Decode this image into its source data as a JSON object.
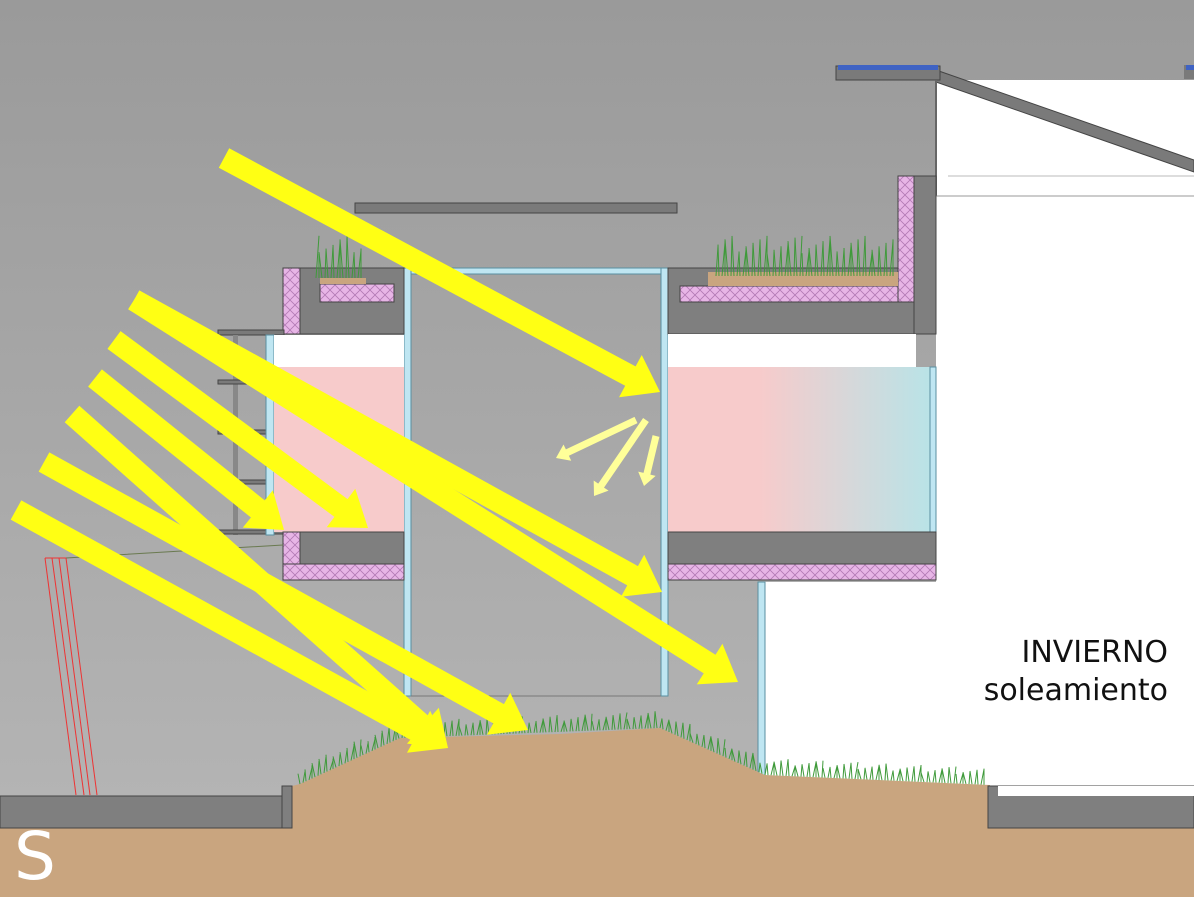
{
  "labels": {
    "season": "INVIERNO",
    "subject": "soleamiento",
    "orientation": "S"
  },
  "colors": {
    "sky_top": "#9a9a9a",
    "sky_bottom": "#b7b7b7",
    "ground": "#c9a57f",
    "concrete": "#7f7f7f",
    "insulation": "#e7b5e6",
    "glass": "#bfe6f2",
    "warm_air": "#f7cbcb",
    "cool_air": "#b9e3e7",
    "sun_ray": "#ffff14",
    "reflected_ray": "#ffff99",
    "grass": "#3f9a3a",
    "solar_panel": "#3f63c4"
  }
}
